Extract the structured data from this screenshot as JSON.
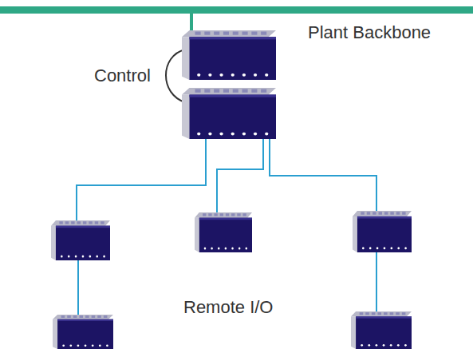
{
  "diagram": {
    "labels": [
      "Plant Backbone",
      "Control",
      "Remote I/O"
    ]
  }
}
